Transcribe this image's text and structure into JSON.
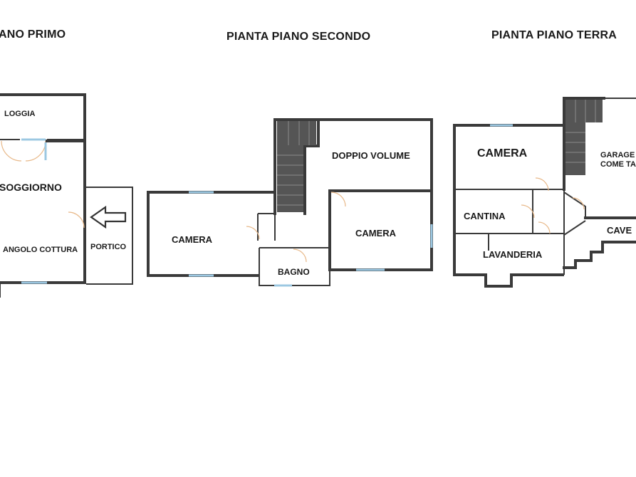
{
  "floor_plans": [
    {
      "title": "PIANTA PIANO PRIMO",
      "visible_title": "ANO PRIMO",
      "rooms": [
        "LOGGIA",
        "SOGGIORNO",
        "ANGOLO COTTURA",
        "PORTICO"
      ]
    },
    {
      "title": "PIANTA PIANO SECONDO",
      "rooms": [
        "DOPPIO VOLUME",
        "CAMERA",
        "CAMERA",
        "BAGNO"
      ]
    },
    {
      "title": "PIANTA PIANO TERRA",
      "rooms": [
        "CAMERA",
        "GARAGE",
        "COME TA",
        "CANTINA",
        "LAVANDERIA",
        "CAVE"
      ]
    }
  ],
  "colors": {
    "wall": "#3a3a3a",
    "window": "#9cc8e2",
    "door": "#e8b98a",
    "stair": "#555555"
  }
}
